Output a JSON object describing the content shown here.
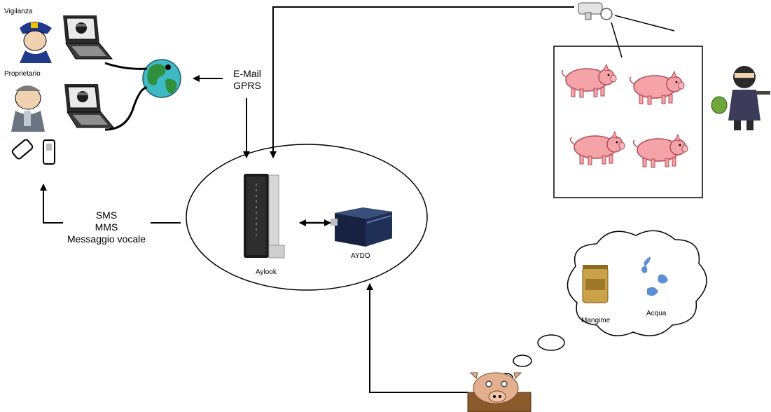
{
  "labels": {
    "vigilanza": "Vigilanza",
    "proprietario": "Proprietario",
    "email": "E-Mail",
    "gprs": "GPRS",
    "sms": "SMS",
    "mms": "MMS",
    "messaggio_vocale": "Messaggio vocale",
    "aylook": "Aylook",
    "aydo": "AYDO",
    "mangime": "Mangime",
    "acqua": "Acqua"
  },
  "colors": {
    "pig": "#f4a3a8",
    "pig_outline": "#b24a55",
    "globe_sea": "#3fb9c6",
    "globe_land": "#2f8f3a",
    "server": "#1a1a1a",
    "aydo_box": "#1f2f55",
    "feed_bag": "#c9a24a",
    "water": "#5a8fd6"
  }
}
